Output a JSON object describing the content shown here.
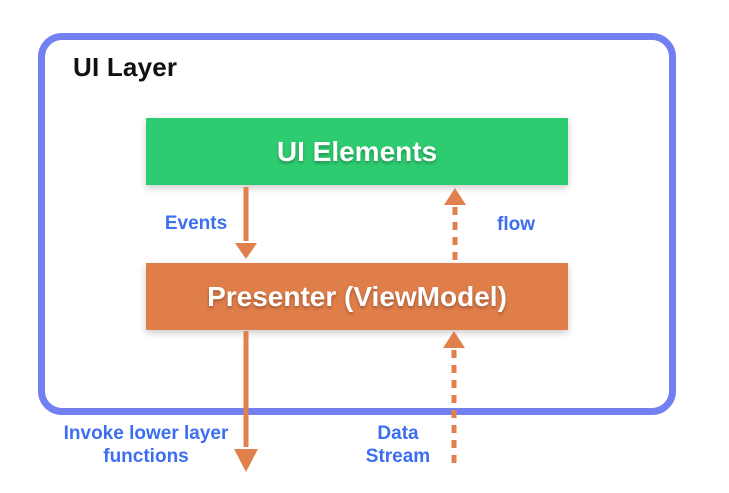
{
  "diagram": {
    "frame_title": "UI Layer",
    "boxes": [
      {
        "id": "ui-elements",
        "label": "UI Elements",
        "fill": "#2ecc70"
      },
      {
        "id": "presenter",
        "label": "Presenter (ViewModel)",
        "fill": "#e07e4a"
      }
    ],
    "edge_labels": {
      "events": "Events",
      "flow": "flow",
      "invoke": "Invoke lower layer functions",
      "data_stream": "Data Stream"
    },
    "arrows": [
      {
        "name": "events-arrow",
        "style": "solid",
        "direction": "down",
        "from": "ui-elements",
        "to": "presenter"
      },
      {
        "name": "flow-arrow",
        "style": "dashed",
        "direction": "up",
        "from": "presenter",
        "to": "ui-elements"
      },
      {
        "name": "invoke-arrow",
        "style": "solid",
        "direction": "down",
        "from": "presenter",
        "to": "outside-bottom"
      },
      {
        "name": "data-stream-arrow",
        "style": "dashed",
        "direction": "up",
        "from": "outside-bottom",
        "to": "presenter"
      }
    ],
    "colors": {
      "frame_border": "#7280f2",
      "arrow": "#e0814d",
      "edge_label_text": "#3b6ef0",
      "ui_elements_fill": "#2ecc70",
      "presenter_fill": "#e07e4a",
      "box_text": "#ffffff",
      "title_text": "#111111",
      "background": "#ffffff"
    }
  }
}
